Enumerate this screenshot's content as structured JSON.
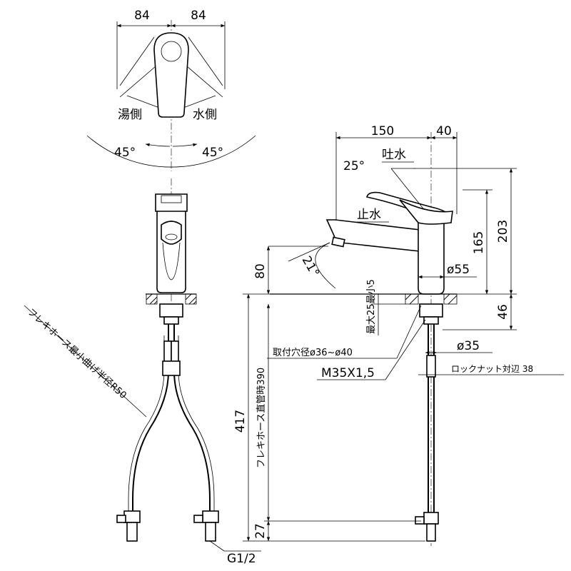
{
  "top_view": {
    "dim_left": "84",
    "dim_right": "84",
    "label_hot": "湯側",
    "label_cold": "水側",
    "angle_left": "45°",
    "angle_right": "45°"
  },
  "side_view": {
    "dim_150": "150",
    "dim_40": "40",
    "dim_25deg": "25°",
    "label_spout_open": "吐水",
    "label_stop": "止水",
    "dim_21deg": "21°",
    "dim_165": "165",
    "dim_203": "203",
    "dim_80": "80",
    "dim_d55": "ø55",
    "dim_thickness": "最大25最小5",
    "dim_46": "46",
    "dim_mount_hole": "取付穴径ø36~ø40",
    "dim_d35": "ø35",
    "dim_thread": "M35X1,5",
    "dim_locknut": "ロックナット対辺 38",
    "dim_390": "フレキホース直管時390",
    "dim_417": "417",
    "dim_27": "27"
  },
  "front_view": {
    "label_hose_radius": "フレキホース最小曲げ半径R50",
    "label_g12": "G1/2"
  }
}
